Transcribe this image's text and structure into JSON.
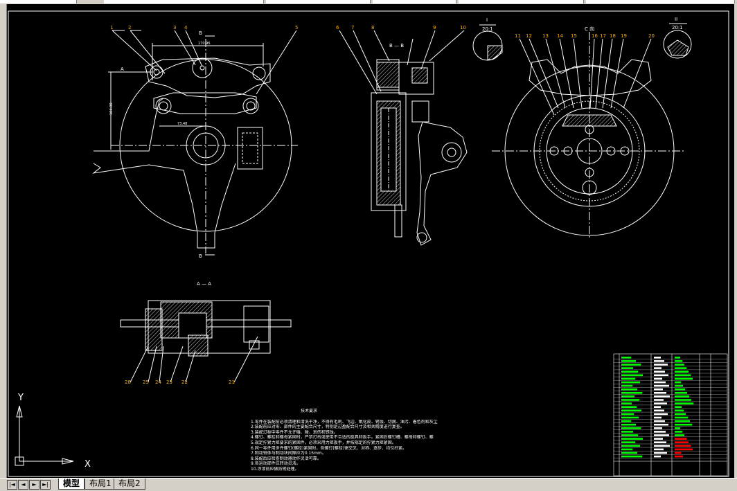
{
  "app": {
    "tabs": [
      {
        "label": "模型",
        "active": true
      },
      {
        "label": "布局1",
        "active": false
      },
      {
        "label": "布局2",
        "active": false
      }
    ],
    "nav_buttons": [
      "|◄",
      "◄",
      "►",
      "►|"
    ]
  },
  "drawing": {
    "section_labels": {
      "bb_top": "B",
      "bb_bottom": "B",
      "bb_view": "B — B",
      "a_left": "A",
      "aa_view": "A — A",
      "c_view": "C 向",
      "detail_i": "I",
      "detail_i_scale": "20:1",
      "detail_ii": "II",
      "detail_ii_scale": "20:1"
    },
    "dims": {
      "top": "170.96",
      "mid": "73.48",
      "side": "104.08"
    },
    "part_labels_view1": [
      "1",
      "2",
      "3",
      "4",
      "5"
    ],
    "part_labels_view2": [
      "6",
      "7",
      "8",
      "9",
      "10"
    ],
    "part_labels_view3": [
      "11",
      "12",
      "13",
      "14",
      "15",
      "16",
      "17",
      "18",
      "19",
      "20"
    ],
    "part_labels_view4": [
      "28",
      "25",
      "24",
      "23",
      "22",
      "21"
    ],
    "ucs": {
      "y": "Y",
      "x": "X"
    }
  },
  "notes": {
    "title": "技术要求",
    "lines": [
      "1.零件在装配前必须清理和清洗干净，不得有毛刺、飞边、氧化皮、锈蚀、切屑、油污、着色剂和灰尘",
      "2.装配前应对零、部件的主要配合尺寸，特别是过盈配合尺寸及相关精度进行复查。",
      "3.装配过程中零件不允许磕、碰、划伤和锈蚀。",
      "4.螺钉、螺栓和螺母紧固时，严禁打击或使用不合适的旋具和扳手。紧固后螺钉槽、螺母和螺钉、螺",
      "5.规定拧紧力矩要求的紧固件，必须采用力矩扳手，并按规定的拧紧力矩紧固。",
      "6.同一零件用多件螺钉(螺栓)紧固时，各螺钉(螺栓)需交叉、对称、逐步、均匀拧紧。",
      "7.制动钳体与制动块间隙应为0.15mm。",
      "8.装配后应检查制动器动作灵活可靠。",
      "9.各运动部件应转动灵活。",
      "10.涂漆前应做防锈处理。"
    ]
  },
  "colors": {
    "background": "#000000",
    "line": "#ffffff",
    "label": "#ffb000",
    "table_green": "#00ff00",
    "table_red": "#ff0000",
    "ui_gray": "#d4d0c8"
  }
}
